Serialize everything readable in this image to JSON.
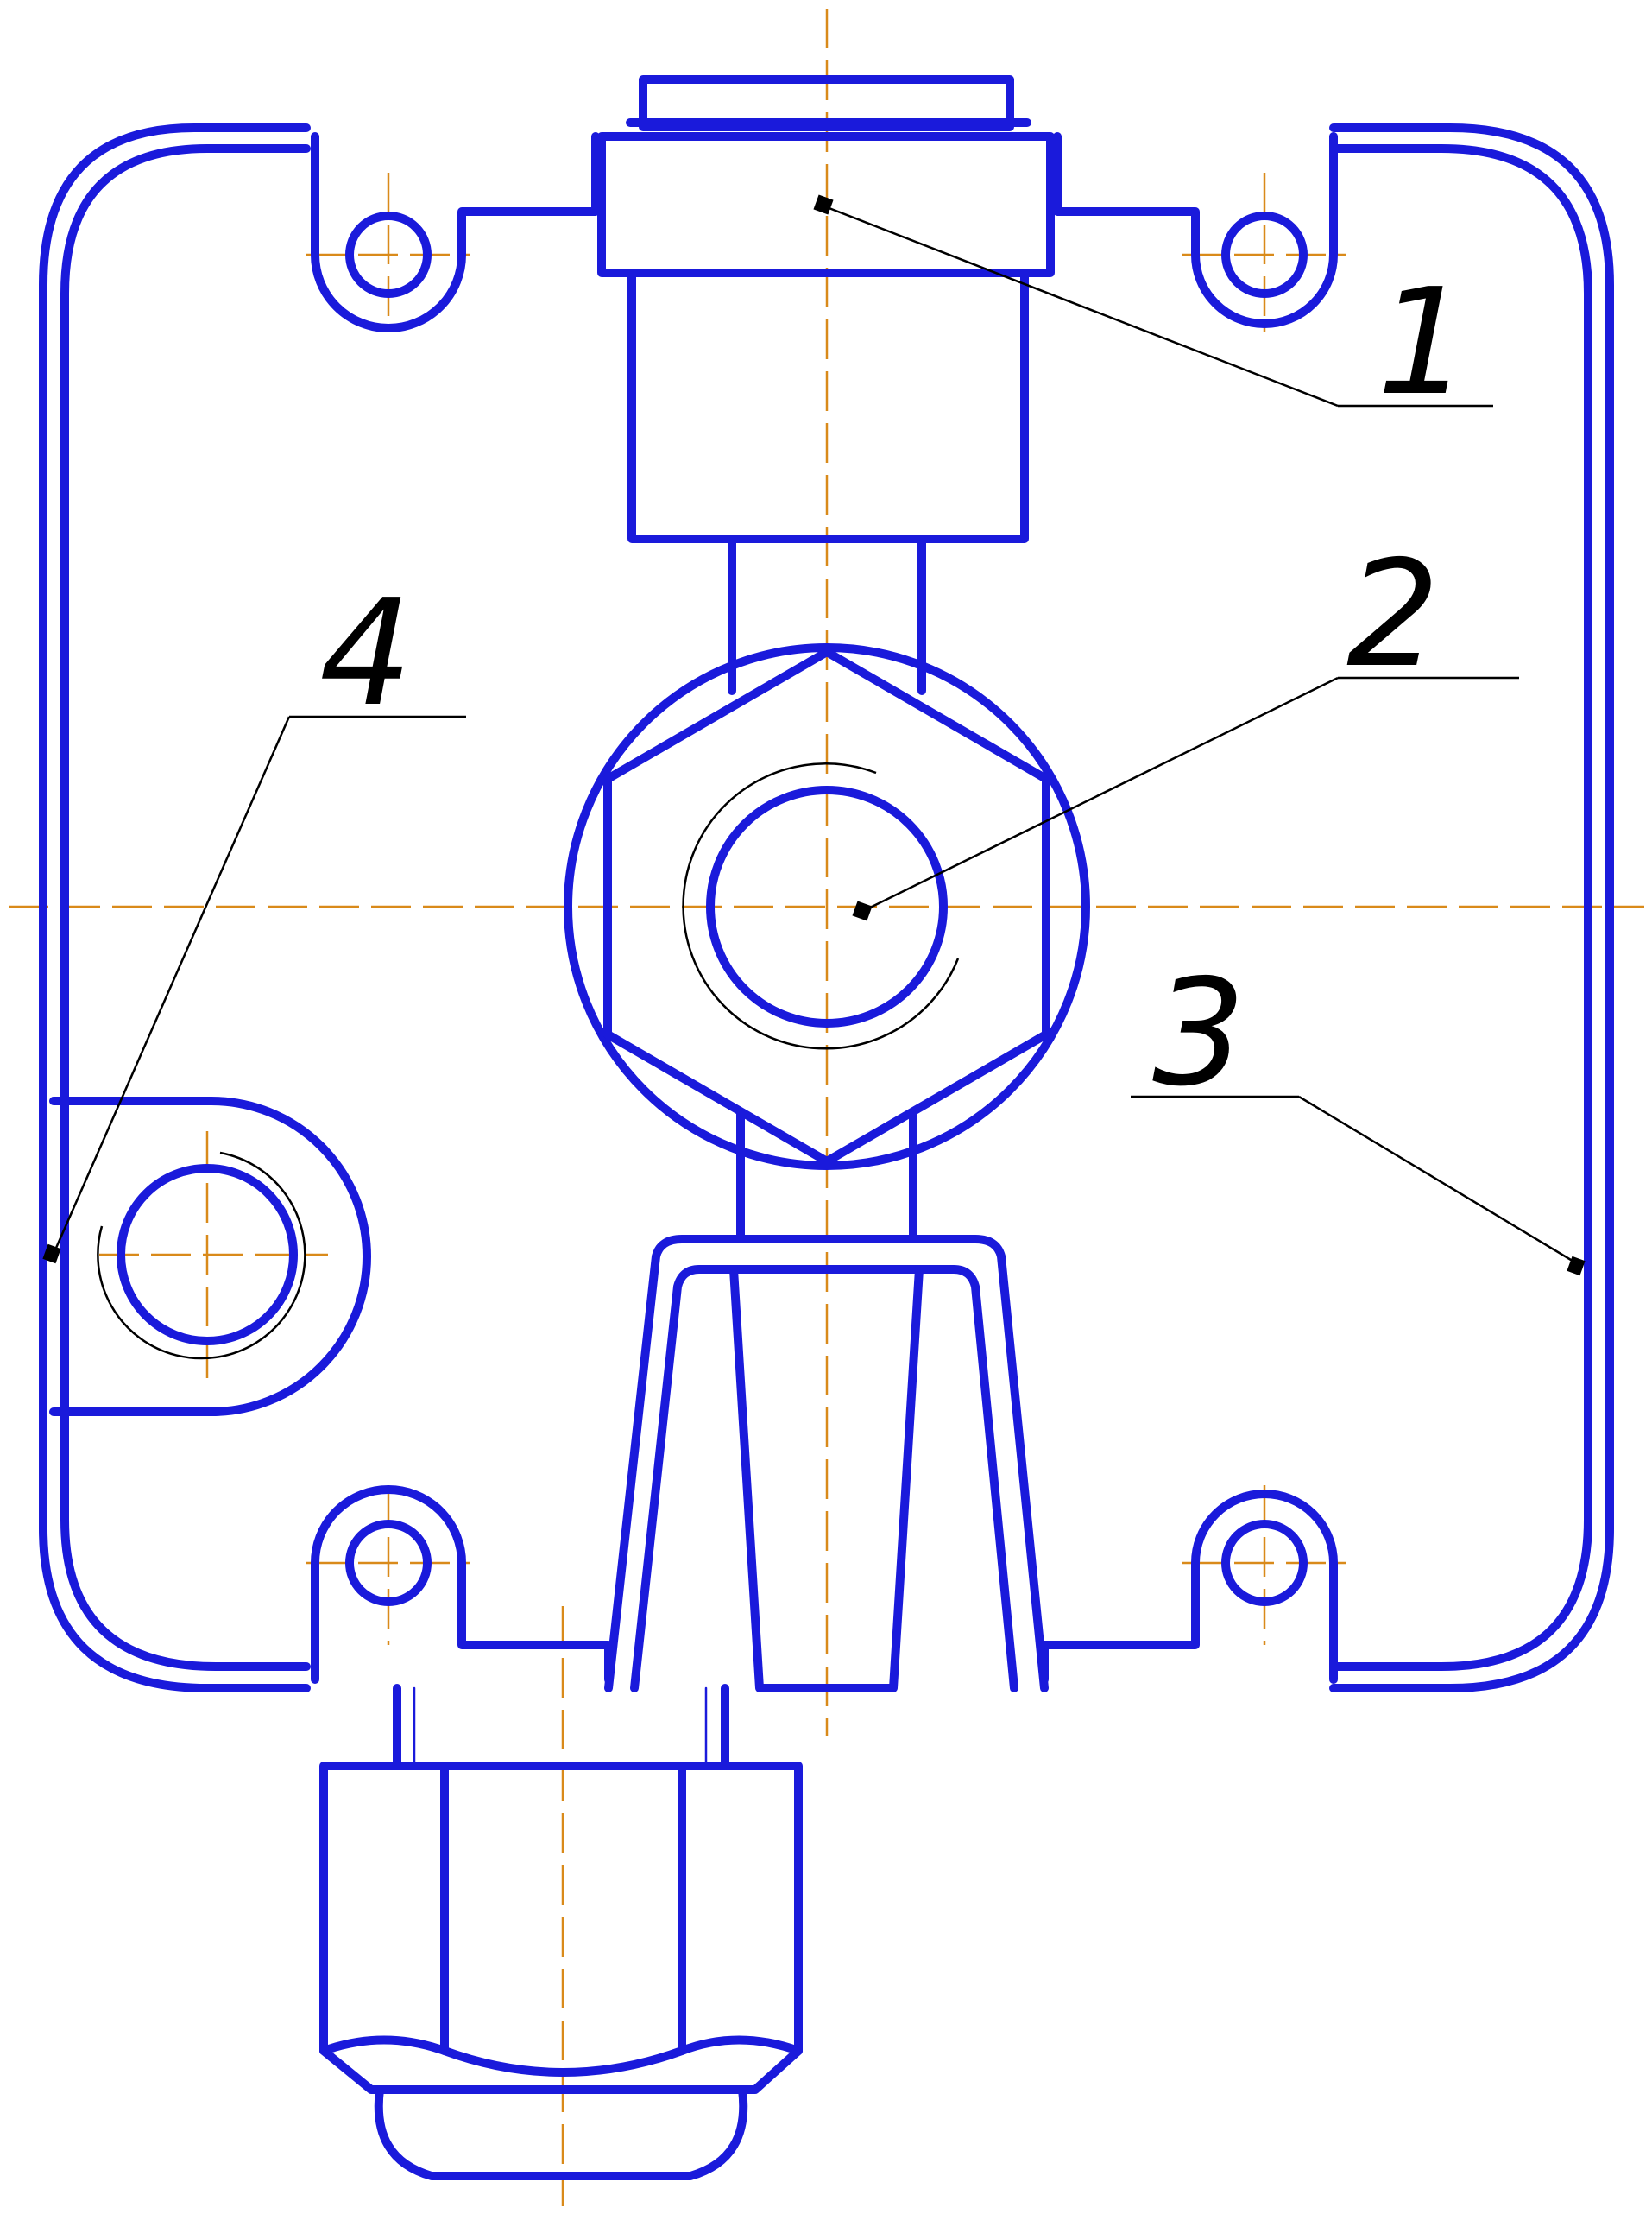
{
  "drawing": {
    "colors": {
      "outline": "#1a1adb",
      "centerline": "#d98a1a",
      "leader": "#000000",
      "background": "#ffffff"
    },
    "callouts": [
      {
        "id": "1",
        "label": "1"
      },
      {
        "id": "2",
        "label": "2"
      },
      {
        "id": "3",
        "label": "3"
      },
      {
        "id": "4",
        "label": "4"
      }
    ]
  }
}
